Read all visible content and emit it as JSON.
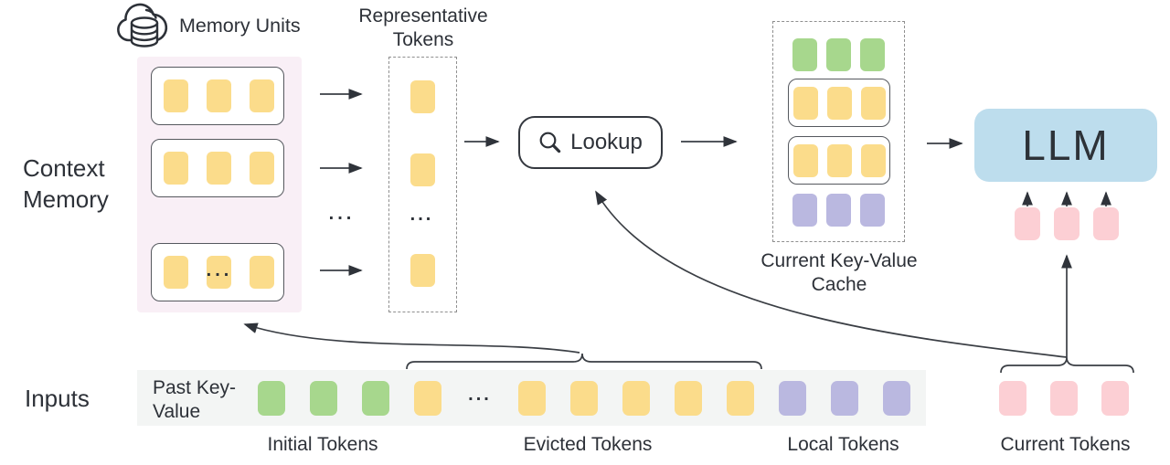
{
  "colors": {
    "yellow": "#fbdc8b",
    "green": "#a7d78d",
    "purple": "#bab8e0",
    "pink": "#fccfd4",
    "blue": "#bddded",
    "memory_bg": "#f9eff6",
    "band_bg": "#f3f5f4",
    "ink": "#2d3138",
    "line": "#3a3e44"
  },
  "labels": {
    "memory_units": "Memory Units",
    "representative_tokens": "Representative Tokens",
    "context_memory": "Context Memory",
    "lookup": "Lookup",
    "current_kv_cache": "Current Key-Value Cache",
    "llm": "LLM",
    "inputs": "Inputs",
    "past_key_value": "Past Key-Value",
    "initial_tokens": "Initial Tokens",
    "evicted_tokens": "Evicted Tokens",
    "local_tokens": "Local Tokens",
    "current_tokens": "Current Tokens",
    "ellipsis": "..."
  },
  "token_groups": {
    "memory_row": [
      "yellow",
      "yellow",
      "yellow"
    ],
    "rep_column": [
      "yellow",
      "yellow",
      "ellipsis",
      "yellow"
    ],
    "cache_green": [
      "green",
      "green",
      "green"
    ],
    "cache_yellow": [
      "yellow",
      "yellow",
      "yellow"
    ],
    "cache_purple": [
      "purple",
      "purple",
      "purple"
    ],
    "band": [
      "green",
      "green",
      "green",
      "yellow",
      "ellipsis",
      "yellow",
      "yellow",
      "yellow",
      "yellow",
      "yellow",
      "purple",
      "purple",
      "purple"
    ],
    "llm_inputs": [
      "pink",
      "pink",
      "pink"
    ],
    "current": [
      "pink",
      "pink",
      "pink"
    ]
  }
}
